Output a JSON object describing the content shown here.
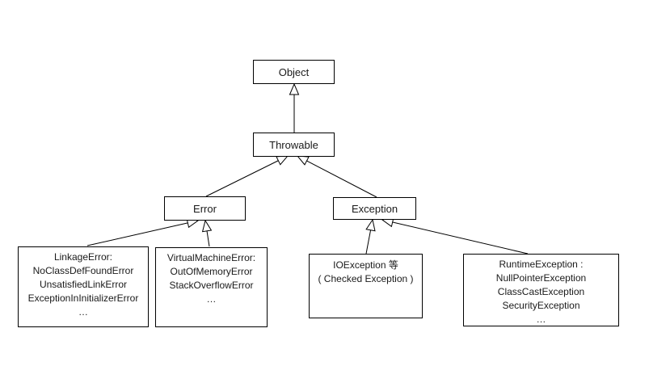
{
  "diagram": {
    "nodes": {
      "object": {
        "label": "Object"
      },
      "throwable": {
        "label": "Throwable"
      },
      "error": {
        "label": "Error"
      },
      "exception": {
        "label": "Exception"
      },
      "linkage_error": {
        "lines": [
          "LinkageError:",
          "NoClassDefFoundError",
          "UnsatisfiedLinkError",
          "ExceptionInInitializerError",
          "…"
        ]
      },
      "virtual_machine_error": {
        "lines": [
          "VirtualMachineError:",
          "OutOfMemoryError",
          "StackOverflowError",
          "…"
        ]
      },
      "io_exception": {
        "lines": [
          "IOException 等",
          "( Checked Exception )"
        ]
      },
      "runtime_exception": {
        "lines": [
          "RuntimeException :",
          "NullPointerException",
          "ClassCastException",
          "SecurityException",
          "…"
        ]
      }
    },
    "edges": [
      {
        "from": "throwable",
        "to": "object",
        "type": "generalization"
      },
      {
        "from": "error",
        "to": "throwable",
        "type": "generalization"
      },
      {
        "from": "exception",
        "to": "throwable",
        "type": "generalization"
      },
      {
        "from": "linkage_error",
        "to": "error",
        "type": "generalization"
      },
      {
        "from": "virtual_machine_error",
        "to": "error",
        "type": "generalization"
      },
      {
        "from": "io_exception",
        "to": "exception",
        "type": "generalization"
      },
      {
        "from": "runtime_exception",
        "to": "exception",
        "type": "generalization"
      }
    ],
    "colors": {
      "line": "#000000",
      "box_border": "#000000",
      "box_fill": "#ffffff",
      "text": "#1a1a1a",
      "background": "#ffffff"
    }
  }
}
